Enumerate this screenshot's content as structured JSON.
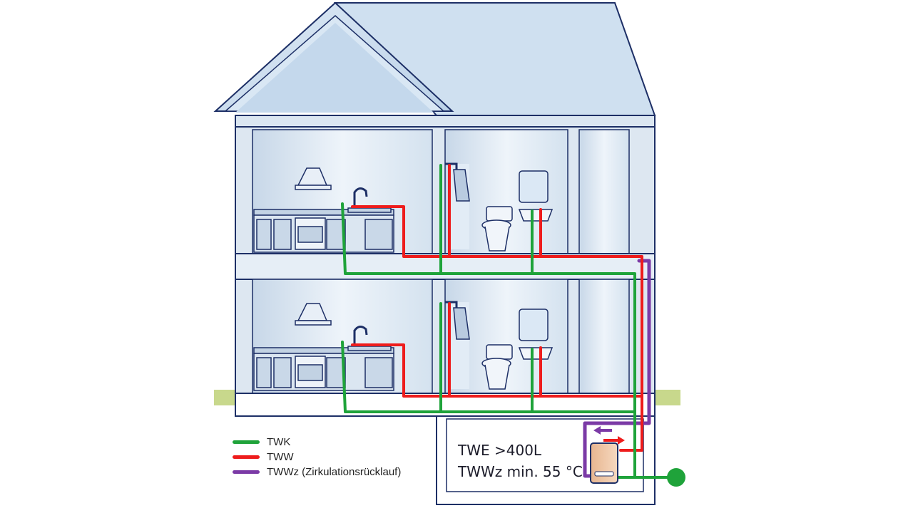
{
  "colors": {
    "twk": "#1fa33a",
    "tww": "#ee1c1c",
    "twwz": "#7b3aa6",
    "outline": "#1d2f66",
    "wall": "#dbe6f1",
    "roof": "#c9dcee",
    "ground": "#c9d98c"
  },
  "legend": [
    {
      "key": "twk",
      "label": "TWK"
    },
    {
      "key": "tww",
      "label": "TWW"
    },
    {
      "key": "twwz",
      "label": "TWWz (Zirkulationsrücklauf)"
    }
  ],
  "info": {
    "line1": "TWE >400L",
    "line2": "TWWz min. 55 °C"
  },
  "icons": [
    "range-hood-icon",
    "kitchen-counter-icon",
    "oven-icon",
    "sink-faucet-icon",
    "shower-head-icon",
    "toilet-icon",
    "washbasin-icon",
    "mirror-icon",
    "water-heater-icon",
    "water-meter-icon"
  ]
}
